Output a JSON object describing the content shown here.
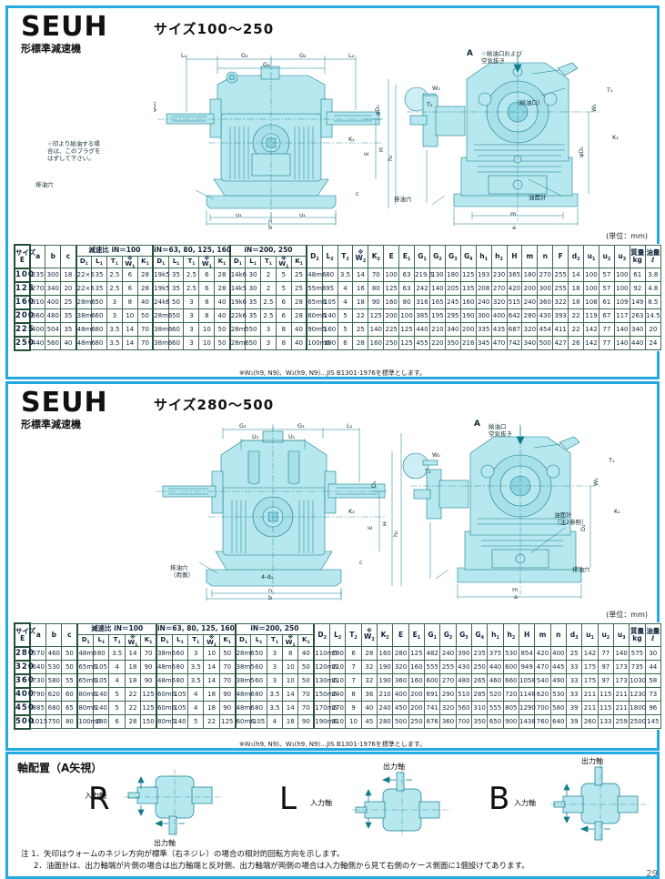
{
  "page": {
    "number": "29",
    "unit_note": "(単位：mm)",
    "table_footnote": "※W₁(h9, N9)、W₂(h9, N9)…JIS B1301-1976を標準とします。"
  },
  "panels": [
    {
      "brand": "SEUH",
      "brand_sub": "形標準減速機",
      "size_title": "サイズ100～250",
      "drawing_labels": {
        "view_arrow": "A",
        "oil_fill": "☆給油口および\n空気抜き",
        "oil_port": "（給油口）",
        "oil_gauge": "油面計",
        "drain": "排油穴",
        "plug_note": "☆印より給油する場\n合は、このプラグを\nはずして下さい。",
        "bolt": "4-φd₁"
      }
    },
    {
      "brand": "SEUH",
      "brand_sub": "形標準減速機",
      "size_title": "サイズ280～500",
      "drawing_labels": {
        "view_arrow": "A",
        "oil_fill": "給油口\n空気抜き",
        "oil_gauge": "油面計\n（注2参照）",
        "drain": "排油穴",
        "drain_both": "排油穴\n（両側）",
        "bolt": "4-d₂"
      }
    }
  ],
  "table1": {
    "group_headers": [
      {
        "label": "減速比 iN＝100",
        "span": 5
      },
      {
        "label": "iN＝63, 80, 125, 160",
        "span": 5
      },
      {
        "label": "iN＝200, 250",
        "span": 5
      }
    ],
    "columns": [
      "サイズ\nE",
      "a",
      "b",
      "c",
      "D₁",
      "L₁",
      "T₁",
      "※W₁",
      "K₁",
      "D₁",
      "L₁",
      "T₁",
      "※W₁",
      "K₁",
      "D₁",
      "L₁",
      "T₁",
      "※W₁",
      "K₁",
      "D₂",
      "L₂",
      "T₂",
      "※W₂",
      "K₂",
      "E",
      "E₁",
      "G₁",
      "G₂",
      "G₃",
      "G₄",
      "h₁",
      "h₂",
      "H",
      "m",
      "n",
      "F",
      "d₂",
      "u₁",
      "u₂",
      "u₃",
      "質量\nkg",
      "油量\nℓ"
    ],
    "rows": [
      [
        "100",
        "235",
        "300",
        "18",
        "22×6",
        "35",
        "2.5",
        "6",
        "28",
        "19k5",
        "35",
        "2.5",
        "6",
        "28",
        "14k6",
        "30",
        "2",
        "5",
        "25",
        "48m6",
        "80",
        "3.5",
        "14",
        "70",
        "100",
        "63",
        "219.5",
        "130",
        "180",
        "125",
        "193",
        "230",
        "365",
        "180",
        "270",
        "255",
        "14",
        "100",
        "57",
        "100",
        "61",
        "3.8"
      ],
      [
        "125",
        "270",
        "340",
        "20",
        "22×6",
        "35",
        "2.5",
        "6",
        "28",
        "19k5",
        "35",
        "2.5",
        "6",
        "28",
        "14k5",
        "30",
        "2",
        "5",
        "25",
        "55m6",
        "95",
        "4",
        "16",
        "80",
        "125",
        "63",
        "242",
        "140",
        "205",
        "135",
        "208",
        "270",
        "420",
        "200",
        "300",
        "255",
        "18",
        "100",
        "57",
        "100",
        "92",
        "4.8"
      ],
      [
        "160",
        "310",
        "400",
        "25",
        "28m6",
        "50",
        "3",
        "8",
        "40",
        "24k6",
        "50",
        "3",
        "8",
        "40",
        "19k6",
        "35",
        "2.5",
        "6",
        "28",
        "65m6",
        "105",
        "4",
        "18",
        "90",
        "160",
        "80",
        "316",
        "165",
        "245",
        "160",
        "240",
        "320",
        "515",
        "240",
        "360",
        "322",
        "18",
        "108",
        "61",
        "109",
        "149",
        "8.5"
      ],
      [
        "200",
        "360",
        "480",
        "35",
        "38m6",
        "60",
        "3",
        "10",
        "50",
        "28m6",
        "50",
        "3",
        "8",
        "40",
        "22k6",
        "35",
        "2.5",
        "6",
        "28",
        "80m6",
        "140",
        "5",
        "22",
        "125",
        "200",
        "100",
        "385",
        "195",
        "295",
        "190",
        "300",
        "400",
        "642",
        "280",
        "430",
        "393",
        "22",
        "119",
        "67",
        "117",
        "263",
        "14.5"
      ],
      [
        "225",
        "400",
        "504",
        "35",
        "48m6",
        "80",
        "3.5",
        "14",
        "70",
        "38m6",
        "60",
        "3",
        "10",
        "50",
        "28m5",
        "50",
        "3",
        "8",
        "40",
        "90m5",
        "160",
        "5",
        "25",
        "140",
        "225",
        "125",
        "440",
        "210",
        "340",
        "200",
        "335",
        "435",
        "687",
        "320",
        "454",
        "411",
        "22",
        "142",
        "77",
        "140",
        "340",
        "20"
      ],
      [
        "250",
        "440",
        "560",
        "40",
        "48m6",
        "80",
        "3.5",
        "14",
        "70",
        "38m6",
        "60",
        "3",
        "10",
        "50",
        "28m6",
        "50",
        "3",
        "8",
        "40",
        "100m6",
        "180",
        "6",
        "28",
        "160",
        "250",
        "125",
        "455",
        "220",
        "350",
        "216",
        "345",
        "470",
        "742",
        "340",
        "500",
        "427",
        "26",
        "142",
        "77",
        "140",
        "440",
        "24"
      ]
    ]
  },
  "table2": {
    "group_headers": [
      {
        "label": "減速比 iN＝100",
        "span": 5
      },
      {
        "label": "iN＝63, 80, 125, 160",
        "span": 5
      },
      {
        "label": "iN＝200, 250",
        "span": 5
      }
    ],
    "columns": [
      "サイズ\nE",
      "a",
      "b",
      "c",
      "D₁",
      "L₁",
      "T₁",
      "※W₁",
      "K₁",
      "D₁",
      "L₁",
      "T₁",
      "※W₁",
      "K₁",
      "D₁",
      "L₁",
      "T₁",
      "※W₁",
      "K₁",
      "D₂",
      "L₂",
      "T₂",
      "※W₂",
      "K₂",
      "E",
      "E₁",
      "G₁",
      "G₂",
      "G₃",
      "G₄",
      "h₁",
      "h₂",
      "H",
      "m",
      "n",
      "d₃",
      "u₁",
      "u₂",
      "u₃",
      "質量\nkg",
      "油量\nℓ"
    ],
    "rows": [
      [
        "280",
        "570",
        "460",
        "50",
        "48m6",
        "80",
        "3.5",
        "14",
        "70",
        "38m6",
        "60",
        "3",
        "10",
        "50",
        "28m6",
        "50",
        "3",
        "8",
        "40",
        "110m5",
        "180",
        "6",
        "28",
        "160",
        "280",
        "125",
        "482",
        "240",
        "390",
        "235",
        "375",
        "530",
        "854",
        "420",
        "400",
        "25",
        "142",
        "77",
        "140",
        "575",
        "30"
      ],
      [
        "320",
        "640",
        "530",
        "50",
        "65m6",
        "105",
        "4",
        "18",
        "90",
        "48m6",
        "80",
        "3.5",
        "14",
        "70",
        "38m5",
        "60",
        "3",
        "10",
        "50",
        "120m6",
        "210",
        "7",
        "32",
        "190",
        "320",
        "160",
        "555",
        "255",
        "430",
        "250",
        "440",
        "600",
        "949",
        "470",
        "445",
        "33",
        "175",
        "97",
        "173",
        "735",
        "44"
      ],
      [
        "360",
        "730",
        "580",
        "55",
        "65m6",
        "105",
        "4",
        "18",
        "90",
        "48m6",
        "80",
        "3.5",
        "14",
        "70",
        "38m5",
        "60",
        "3",
        "10",
        "50",
        "130m6",
        "210",
        "7",
        "32",
        "190",
        "360",
        "160",
        "600",
        "270",
        "480",
        "265",
        "460",
        "660",
        "1058",
        "540",
        "490",
        "33",
        "175",
        "97",
        "173",
        "1030",
        "58"
      ],
      [
        "400",
        "790",
        "620",
        "60",
        "80m6",
        "140",
        "5",
        "22",
        "125",
        "60m6",
        "105",
        "4",
        "18",
        "90",
        "48m6",
        "80",
        "3.5",
        "14",
        "70",
        "150m6",
        "240",
        "8",
        "36",
        "210",
        "400",
        "200",
        "691",
        "290",
        "510",
        "285",
        "520",
        "720",
        "1148",
        "620",
        "530",
        "33",
        "211",
        "115",
        "211",
        "1230",
        "73"
      ],
      [
        "450",
        "885",
        "680",
        "65",
        "80m6",
        "140",
        "5",
        "22",
        "125",
        "60m6",
        "105",
        "4",
        "18",
        "90",
        "48m6",
        "80",
        "3.5",
        "14",
        "70",
        "170m6",
        "270",
        "9",
        "40",
        "240",
        "450",
        "200",
        "741",
        "320",
        "560",
        "310",
        "555",
        "805",
        "1290",
        "700",
        "580",
        "39",
        "211",
        "115",
        "211",
        "1800",
        "96"
      ],
      [
        "500",
        "1015",
        "750",
        "80",
        "100m6",
        "180",
        "6",
        "28",
        "150",
        "80m5",
        "140",
        "5",
        "22",
        "125",
        "60m6",
        "105",
        "4",
        "18",
        "90",
        "190m6",
        "310",
        "10",
        "45",
        "280",
        "500",
        "250",
        "876",
        "360",
        "700",
        "350",
        "650",
        "900",
        "1438",
        "760",
        "640",
        "39",
        "260",
        "133",
        "259",
        "2500",
        "145"
      ]
    ]
  },
  "shaft_section": {
    "title": "軸配置（A矢視）",
    "arrangements": [
      {
        "letter": "R",
        "input_label": "入力軸",
        "output_label": "出力軸"
      },
      {
        "letter": "L",
        "input_label": "入力軸",
        "output_label": "出力軸"
      },
      {
        "letter": "B",
        "input_label": "入力軸",
        "output_label": "出力軸"
      }
    ],
    "notes_label": "注",
    "notes": [
      "1．矢印はウォームのネジレ方向が標準（右ネジレ）の場合の相対的回転方向を示します。",
      "2．油面計は、出力軸端が片側の場合は出力軸端と反対側、出力軸端が両側の場合は入力軸側から見て右側のケース側面に1個設けてあります。"
    ]
  },
  "colors": {
    "border": "#24a9e0",
    "drawing_fill": "#b8e8ef",
    "drawing_line": "#0f7d8c",
    "table_line": "#3a6b4f"
  }
}
